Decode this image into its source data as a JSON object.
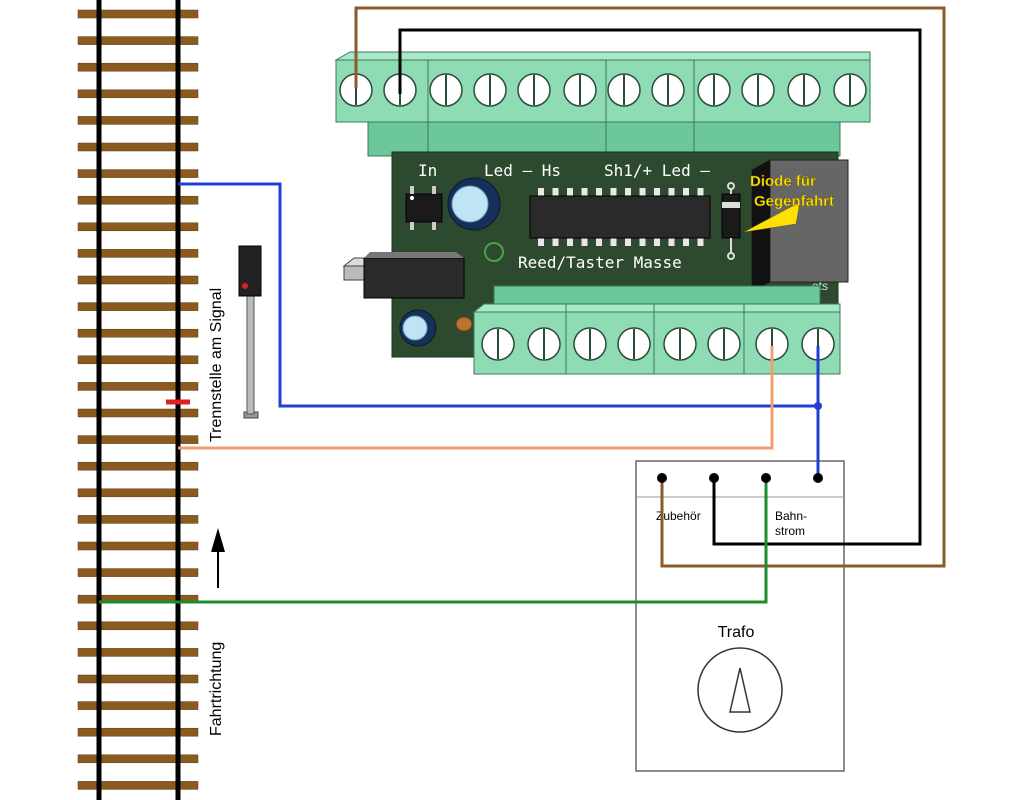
{
  "diagram": {
    "board": {
      "pin_labels": {
        "in": "In",
        "led_hs": "Led – Hs",
        "sh_led": "Sh1/+ Led –"
      },
      "bottom_label": "Reed/Taster Masse",
      "edge_mark": "ets"
    },
    "annotation": {
      "diode_line1": "Diode für",
      "diode_line2": "Gegenfahrt"
    },
    "track": {
      "separation_label": "Trennstelle am Signal",
      "direction_label": "Fahrtrichtung"
    },
    "transformer": {
      "title": "Trafo",
      "accessory_label": "Zubehör",
      "track_power_line1": "Bahn-",
      "track_power_line2": "strom"
    },
    "colors": {
      "rail": "#000000",
      "sleeper": "#8a5a1e",
      "board": "#2e4a2e",
      "terminal": "#8fdcb4",
      "wire_brown": "#8b5a2b",
      "wire_black": "#000000",
      "wire_blue": "#1f3fd0",
      "wire_orange": "#f0a070",
      "wire_green": "#1e8c2a",
      "annotation_yellow": "#ffe000",
      "signal_red": "#e02020"
    }
  }
}
